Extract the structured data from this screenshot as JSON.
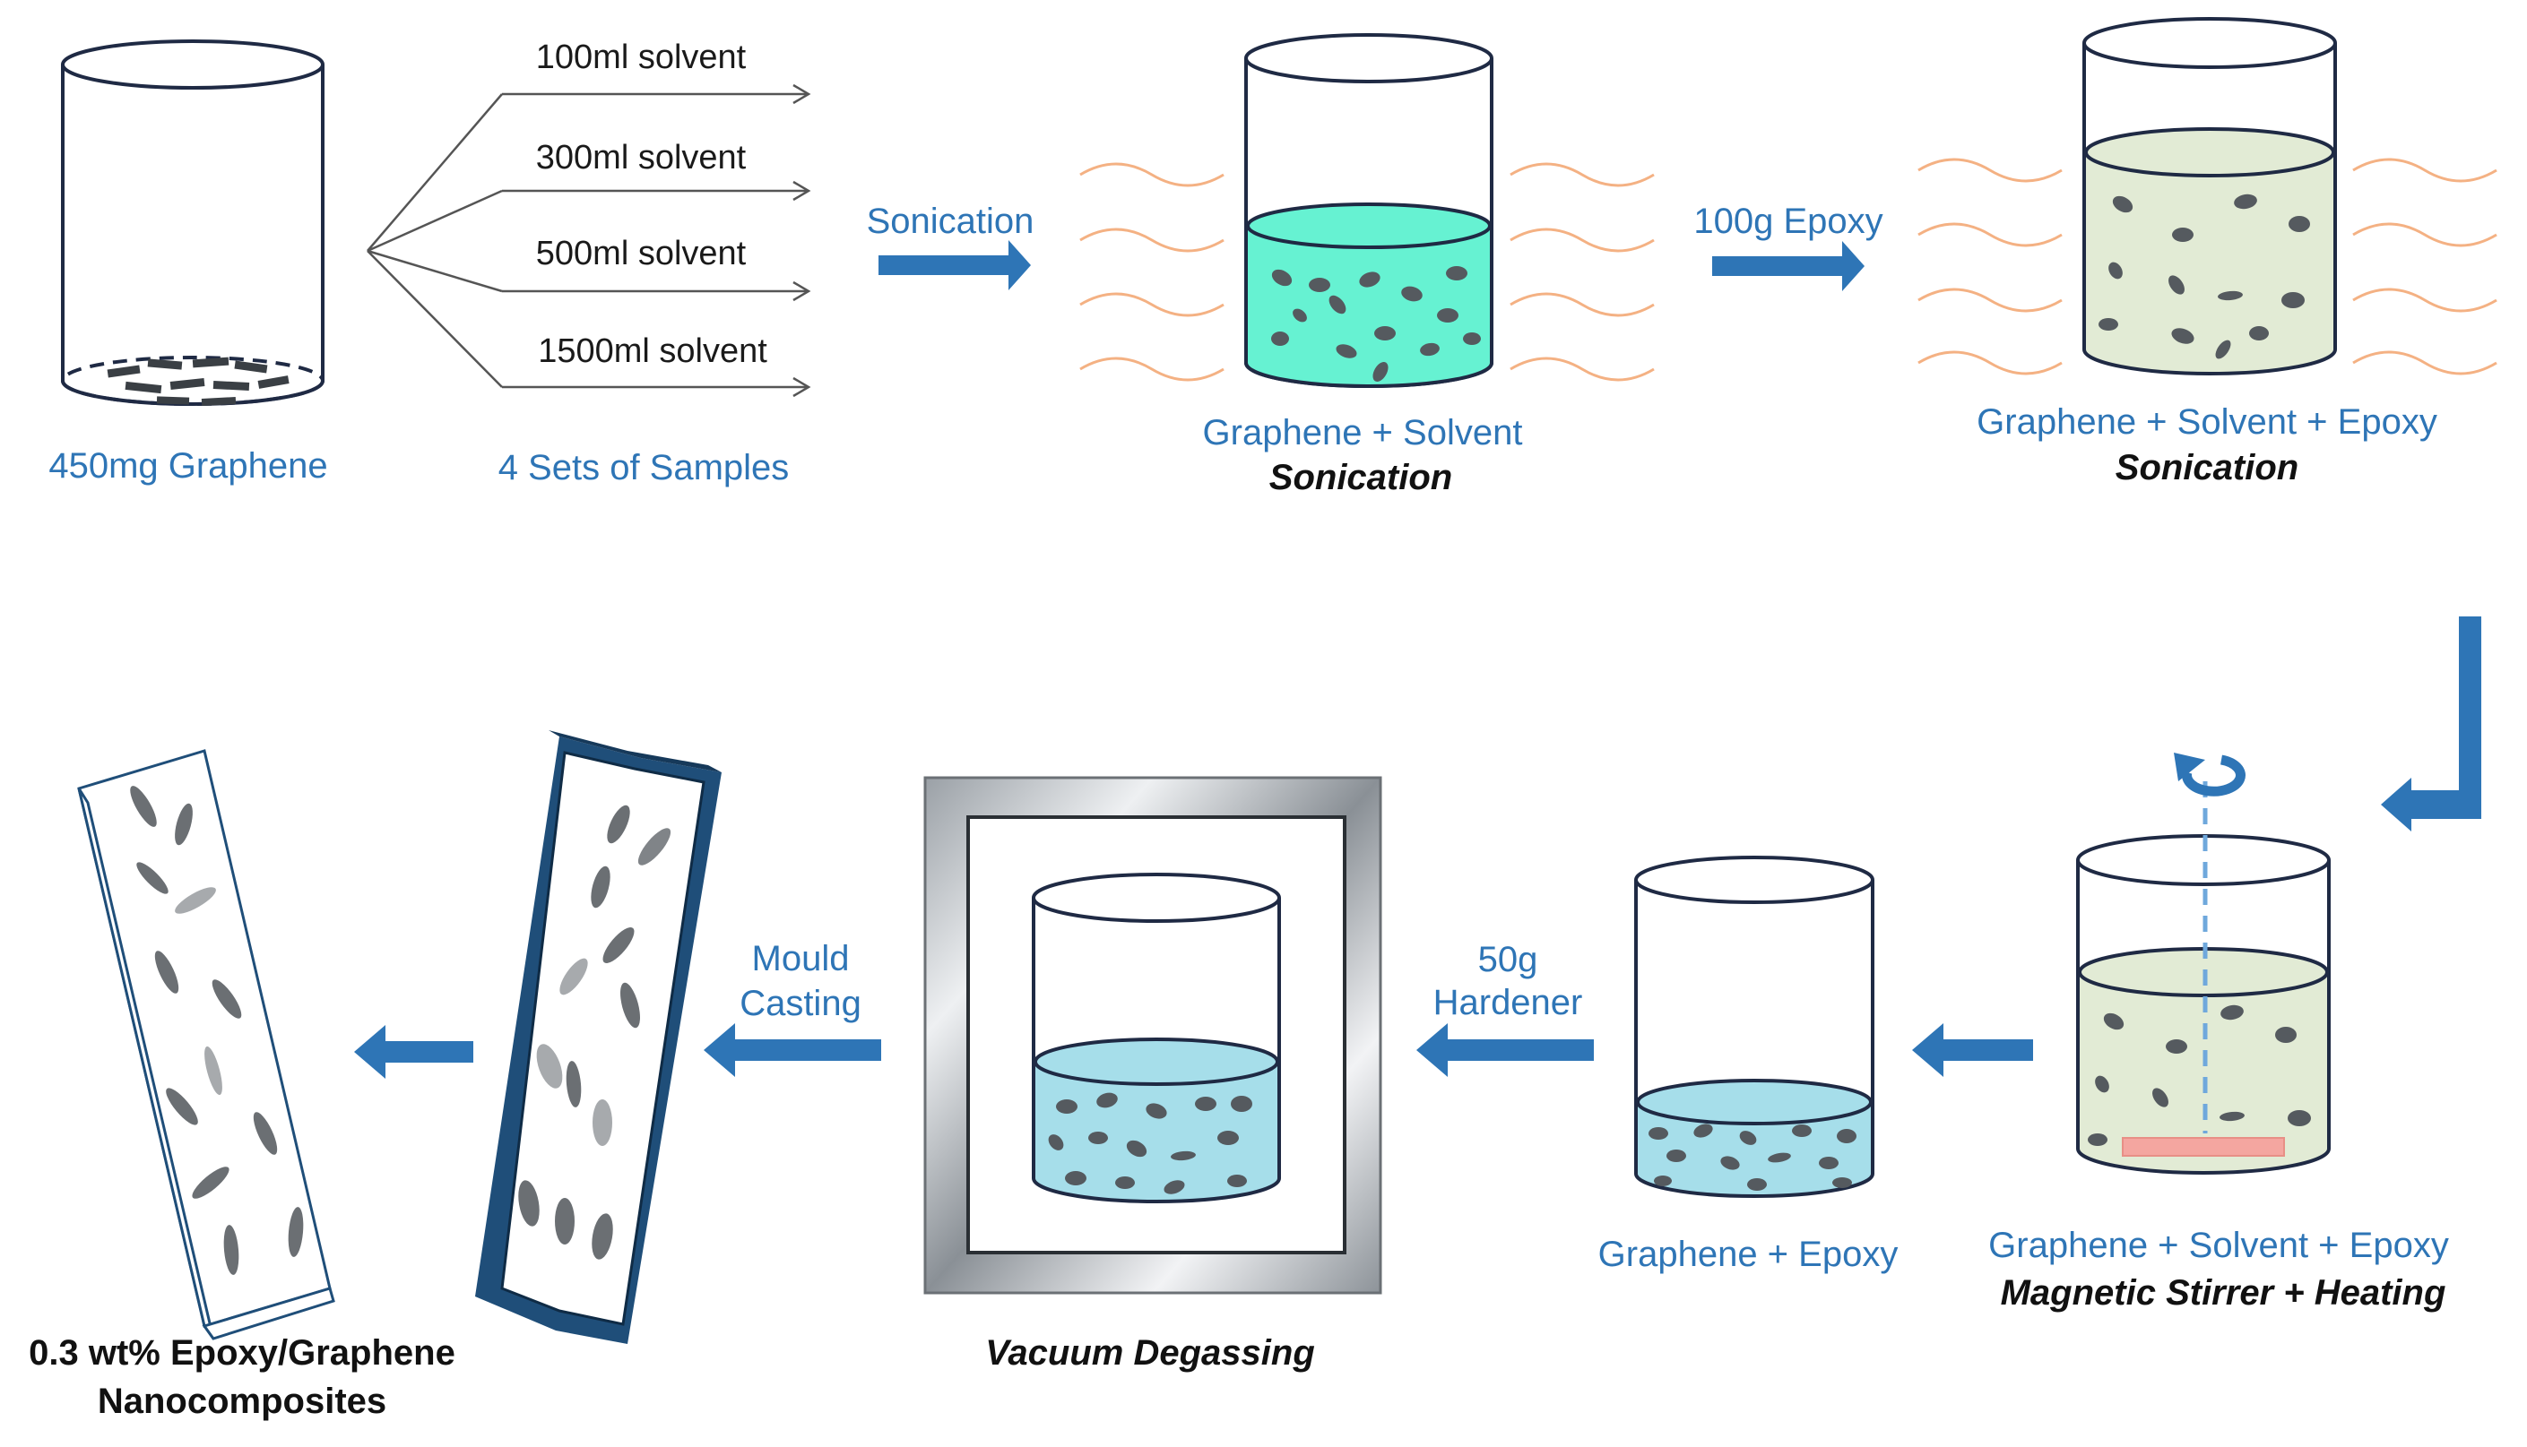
{
  "diagram": {
    "colors": {
      "label_blue": "#2e75b6",
      "arrow_blue": "#2e75b6",
      "solvent_green": "#66f2d2",
      "epoxy_cream": "#e2ebd5",
      "hardened_blue": "#a6deea",
      "particle_gray": "#555a5f",
      "heater_pink": "#f4a6a0",
      "waves_orange": "#f4b183",
      "mould_navy": "#1f4e79"
    },
    "step1": {
      "label": "450mg Graphene"
    },
    "step2": {
      "volumes": [
        "100ml solvent",
        "300ml solvent",
        "500ml solvent",
        "1500ml solvent"
      ],
      "label": "4 Sets of Samples"
    },
    "arrow_sonication": {
      "label": "Sonication"
    },
    "step3": {
      "label": "Graphene + Solvent",
      "process": "Sonication"
    },
    "arrow_epoxy": {
      "label": "100g Epoxy"
    },
    "step4": {
      "label": "Graphene + Solvent + Epoxy",
      "process": "Sonication"
    },
    "step5": {
      "label": "Graphene + Solvent + Epoxy",
      "process": "Magnetic Stirrer + Heating"
    },
    "step6": {
      "label": "Graphene + Epoxy"
    },
    "arrow_hardener": {
      "line1": "50g",
      "line2": "Hardener"
    },
    "step7": {
      "process": "Vacuum Degassing"
    },
    "arrow_mould": {
      "line1": "Mould",
      "line2": "Casting"
    },
    "final": {
      "line1": "0.3 wt% Epoxy/Graphene",
      "line2": "Nanocomposites"
    }
  }
}
